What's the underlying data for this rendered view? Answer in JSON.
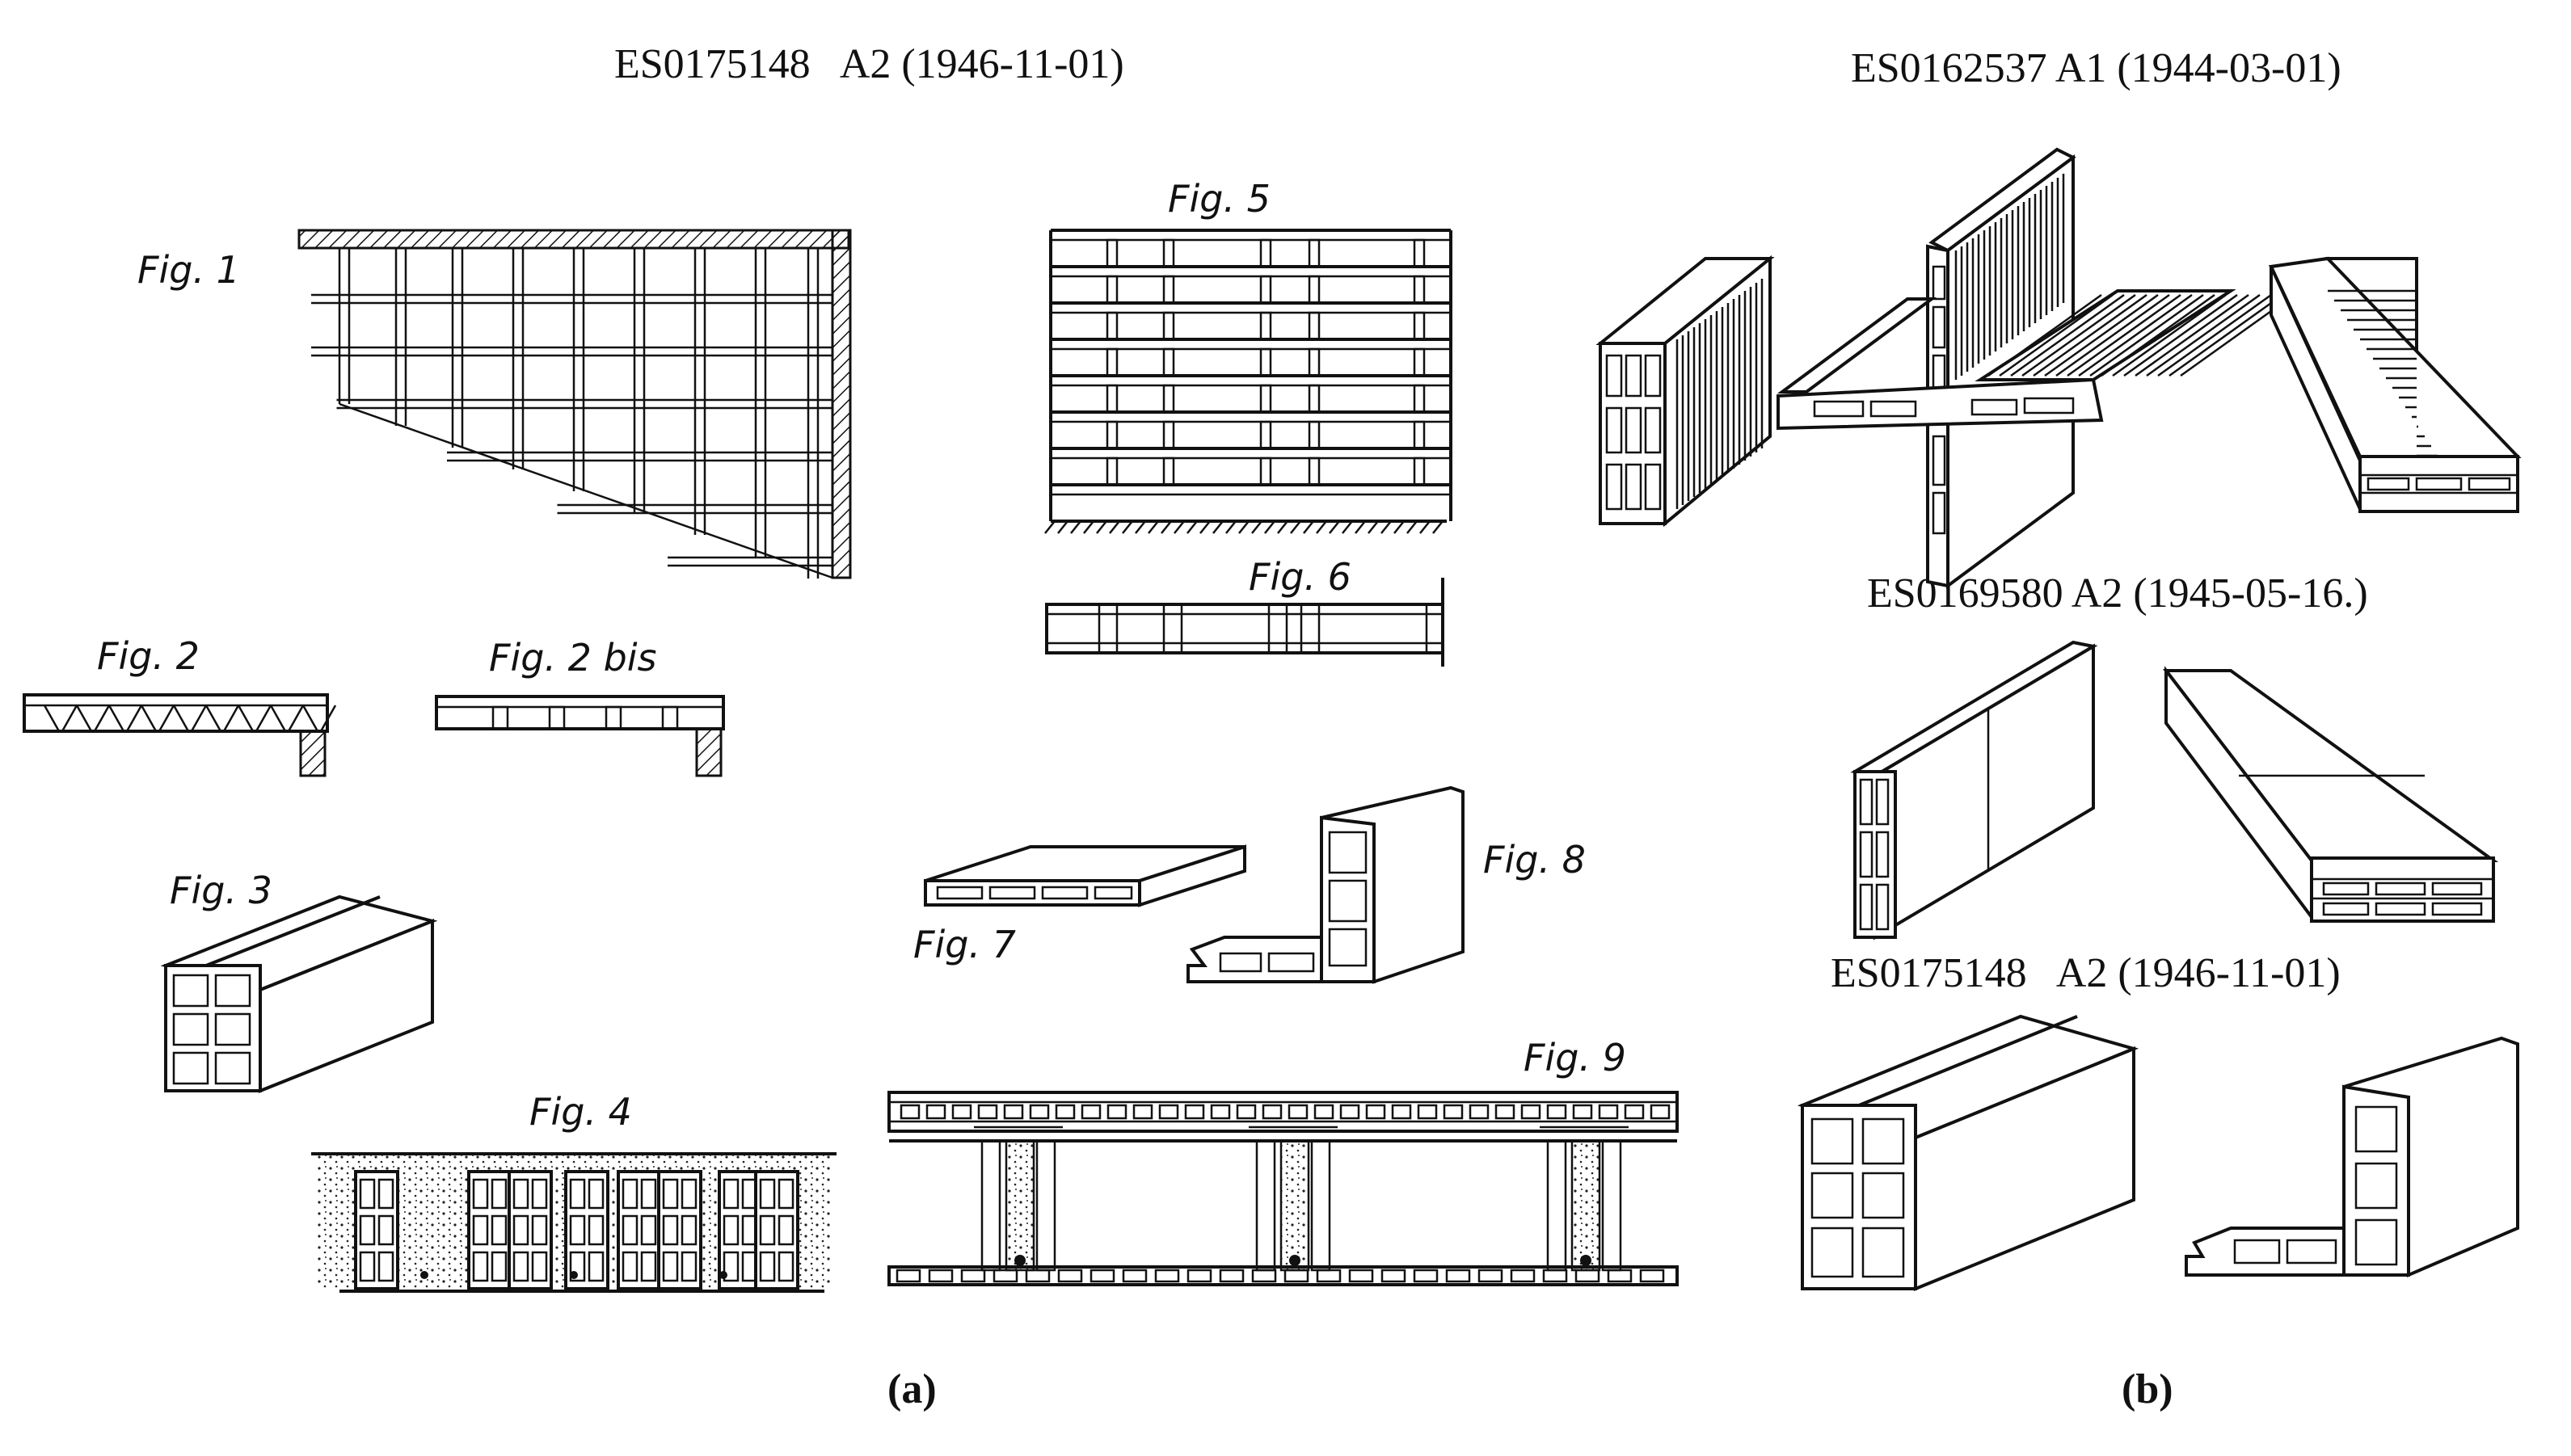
{
  "panel_a": {
    "title": "ES0175148   A2 (1946-11-01)",
    "label": "(a)",
    "figures": {
      "fig1": "Fig. 1",
      "fig2": "Fig. 2",
      "fig2bis": "Fig. 2 bis",
      "fig3": "Fig. 3",
      "fig4": "Fig. 4",
      "fig5": "Fig. 5",
      "fig6": "Fig. 6",
      "fig7": "Fig. 7",
      "fig8": "Fig. 8",
      "fig9": "Fig. 9"
    }
  },
  "panel_b": {
    "label": "(b)",
    "titles": {
      "top": "ES0162537 A1 (1944-03-01)",
      "middle": "ES0169580 A2 (1945-05-16.)",
      "bottom": "ES0175148   A2 (1946-11-01)"
    }
  }
}
